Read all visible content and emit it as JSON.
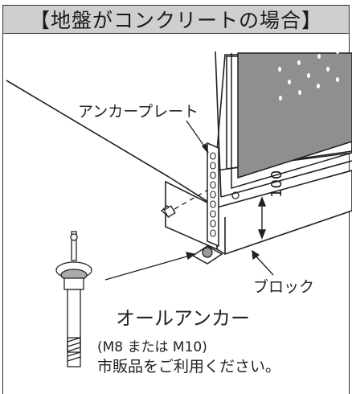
{
  "header": {
    "title": "【地盤がコンクリートの場合】"
  },
  "labels": {
    "anchor_plate": "アンカープレート",
    "block": "ブロック",
    "all_anchor": "オールアンカー",
    "spec": "(M8 または M10)",
    "purchase_note": "市販品をご利用ください。"
  },
  "dimension": {
    "value": "100"
  },
  "colors": {
    "header_bg": "#cfcfcf",
    "panel": "#8c8c8c",
    "line": "#222222",
    "block_face": "#ffffff"
  }
}
